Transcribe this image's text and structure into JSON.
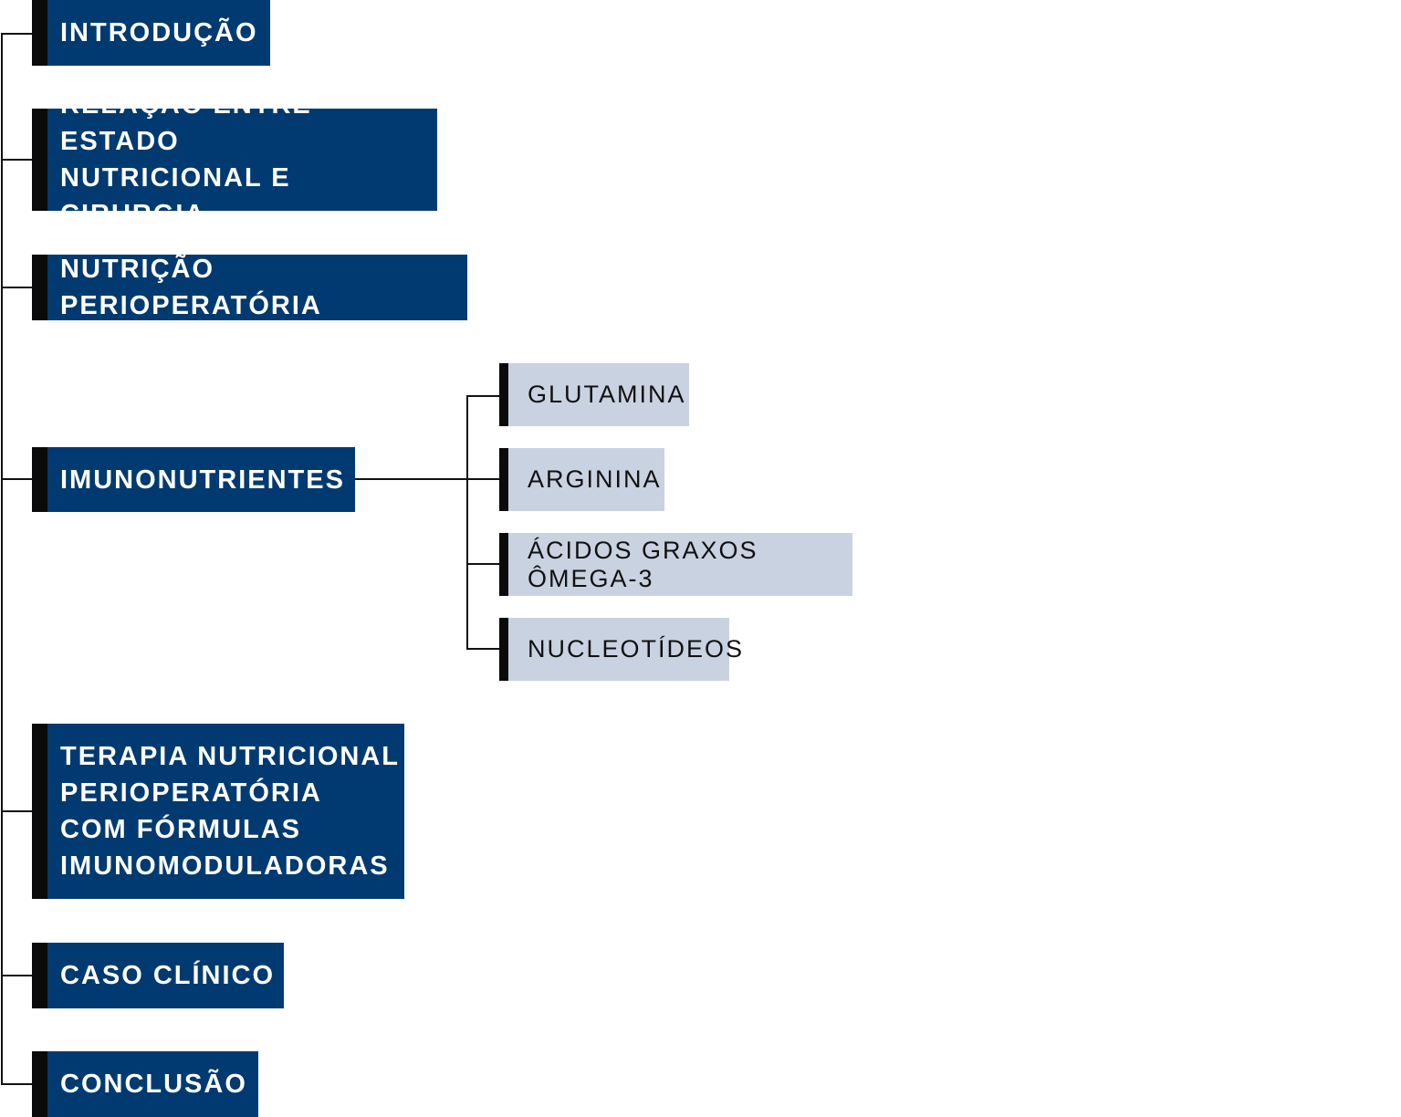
{
  "diagram": {
    "main_topics": [
      {
        "label": "INTRODUÇÃO"
      },
      {
        "label": "RELAÇÃO ENTRE ESTADO\nNUTRICIONAL E CIRURGIA"
      },
      {
        "label": "NUTRIÇÃO PERIOPERATÓRIA"
      },
      {
        "label": "IMUNONUTRIENTES"
      },
      {
        "label": "TERAPIA NUTRICIONAL\nPERIOPERATÓRIA\nCOM FÓRMULAS\nIMUNOMODULADORAS"
      },
      {
        "label": "CASO CLÍNICO"
      },
      {
        "label": "CONCLUSÃO"
      }
    ],
    "subtopics": [
      {
        "label": "GLUTAMINA"
      },
      {
        "label": "ARGININA"
      },
      {
        "label": "ÁCIDOS GRAXOS ÔMEGA-3"
      },
      {
        "label": "NUCLEOTÍDEOS"
      }
    ],
    "colors": {
      "main_box": "#003a70",
      "sub_box": "#c9d2e0",
      "accent_bar": "#0a0a0a",
      "connector": "#111111"
    }
  }
}
